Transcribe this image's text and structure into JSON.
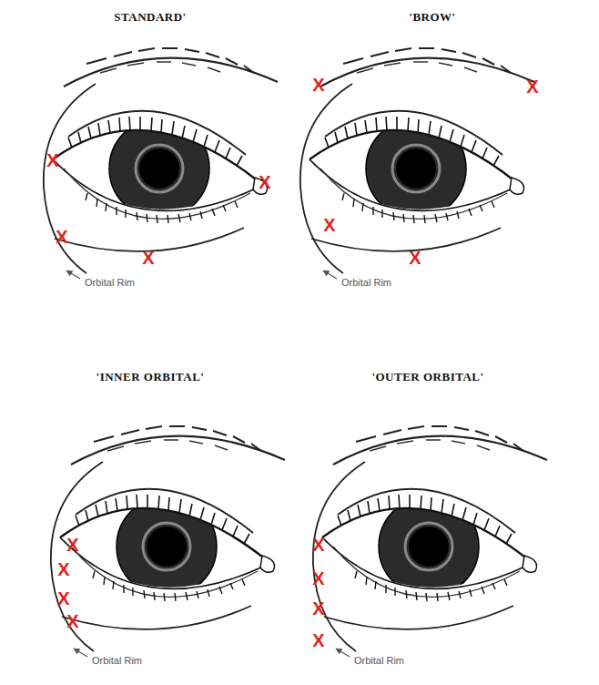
{
  "diagram": {
    "labels": [
      "STANDARD'",
      "X",
      "X",
      "X",
      "X",
      "Orbital Rim",
      "'BROW'",
      "X",
      "X",
      "X",
      "X",
      "Orbital Rim",
      "'INNER ORBITAL'",
      "X",
      "X",
      "X",
      "X",
      "Orbital Rim",
      "'OUTER ORBITAL'",
      "X",
      "X",
      "X",
      "X",
      "Orbital Rim"
    ]
  }
}
